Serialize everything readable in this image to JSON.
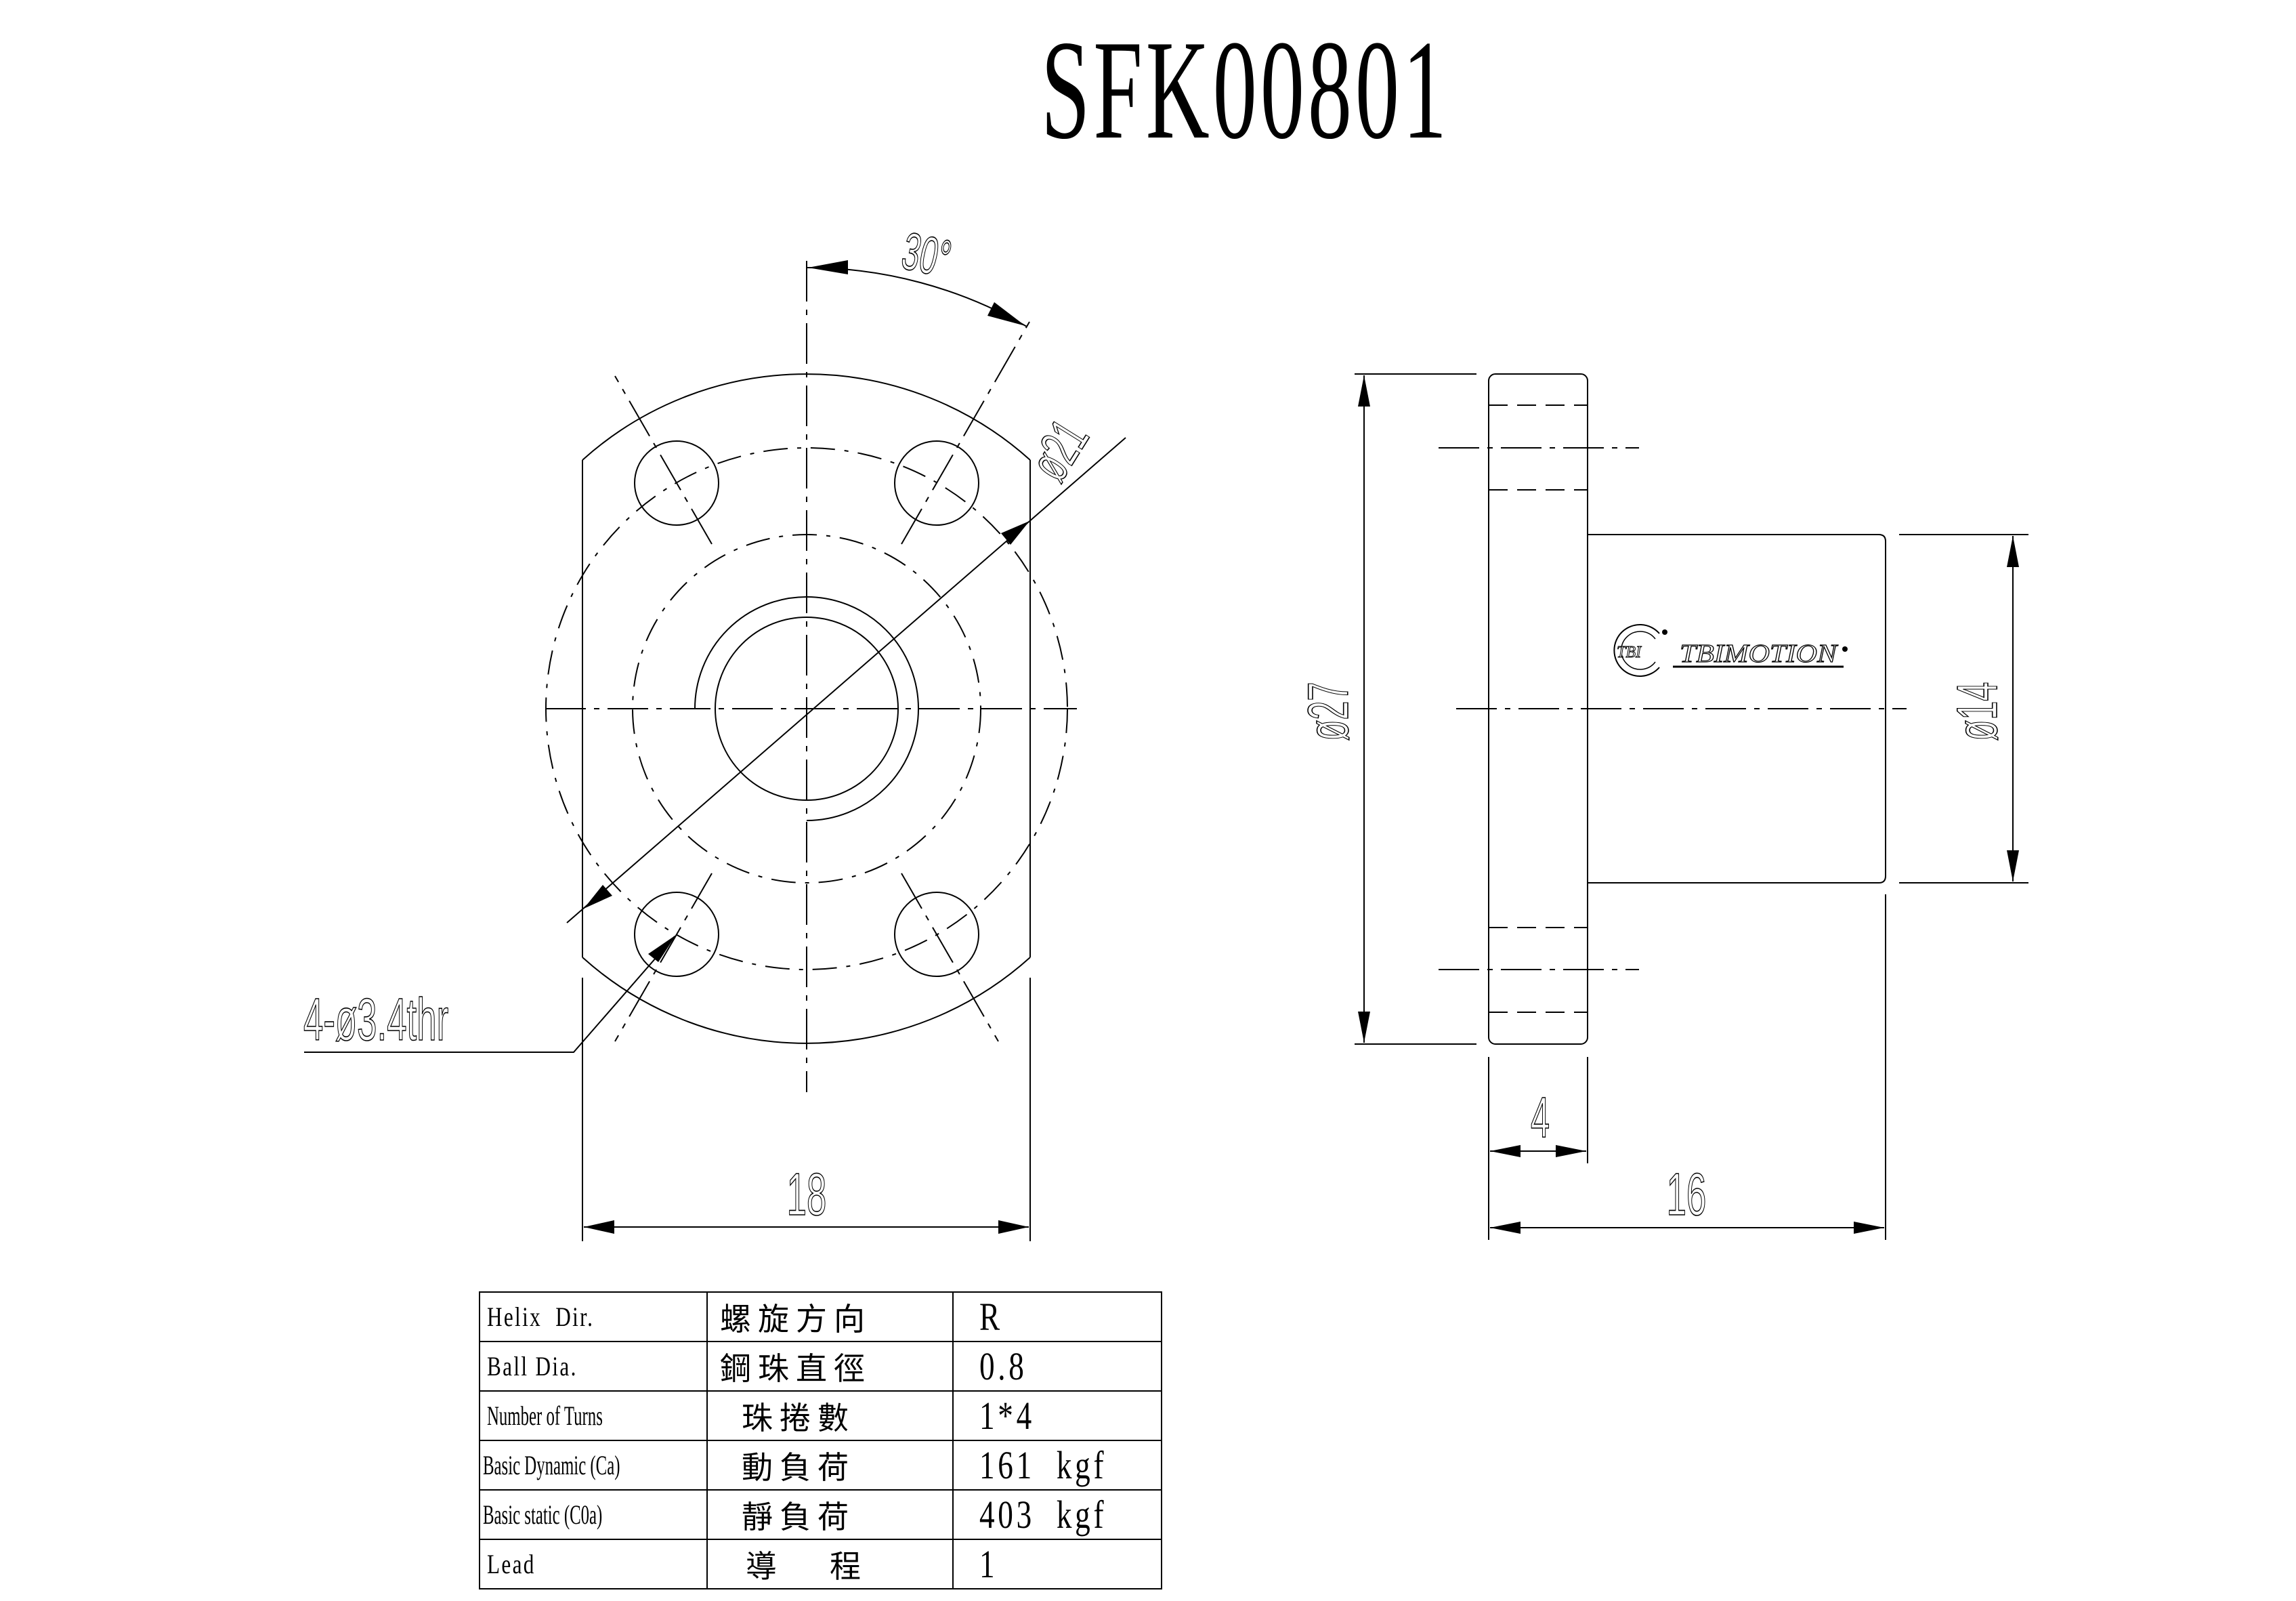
{
  "title": "SFK00801",
  "front_view": {
    "angle_label": "30°",
    "pcd_label": "ø21",
    "hole_callout": "4-ø3.4thr",
    "width_label": "18"
  },
  "side_view": {
    "flange_dia_label": "ø27",
    "body_dia_label": "ø14",
    "flange_thickness_label": "4",
    "overall_length_label": "16",
    "logo_mark": "TBI",
    "logo_text": "TBIMOTION"
  },
  "spec_table": {
    "rows": [
      {
        "en": "Helix  Dir.",
        "zh": "螺旋方向",
        "value": "R"
      },
      {
        "en": "Ball Dia.",
        "zh": "鋼珠直徑",
        "value": "0.8"
      },
      {
        "en": "Number of Turns",
        "zh": "珠捲數",
        "value": "1*4"
      },
      {
        "en": "Basic Dynamic (Ca)",
        "zh": "動負荷",
        "value": "161  kgf"
      },
      {
        "en": "Basic static (C0a)",
        "zh": "靜負荷",
        "value": "403  kgf"
      },
      {
        "en": "Lead",
        "zh": "導程",
        "value": "1"
      }
    ]
  }
}
